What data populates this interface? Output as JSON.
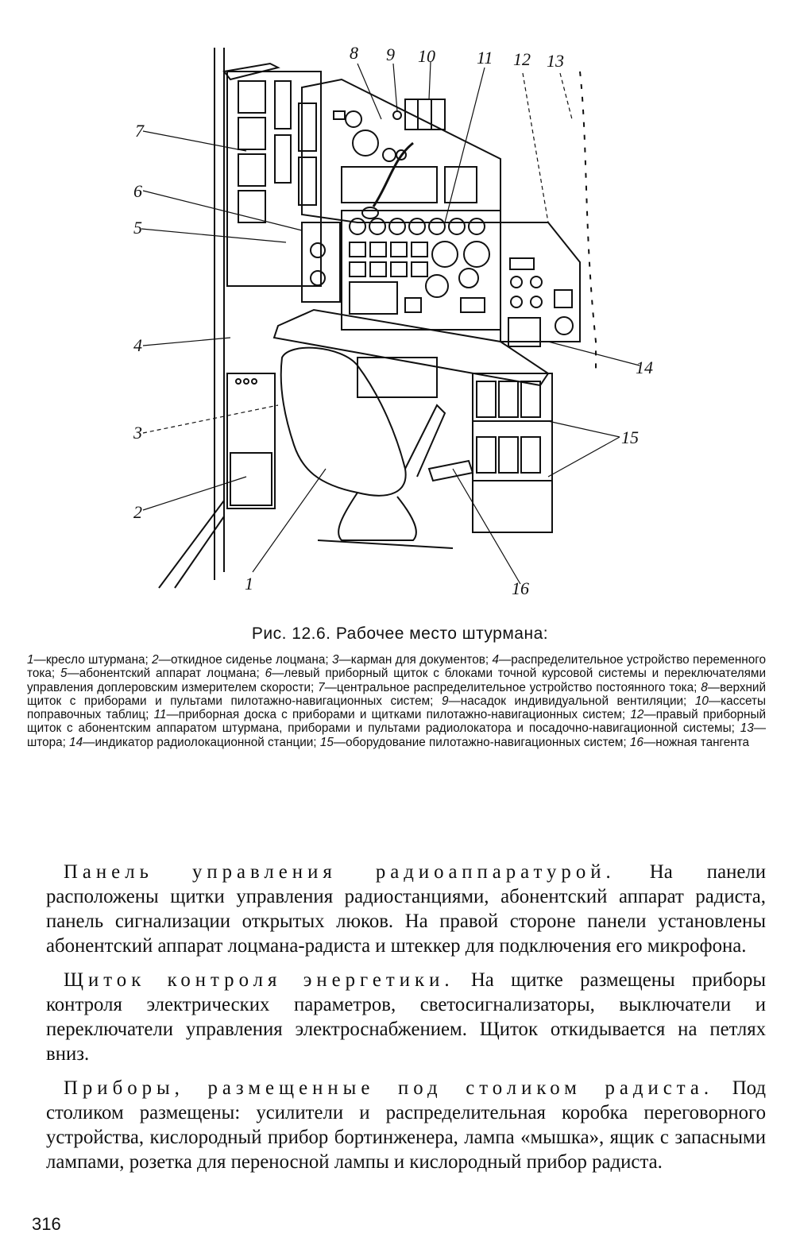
{
  "figure": {
    "callouts": [
      "1",
      "2",
      "3",
      "4",
      "5",
      "6",
      "7",
      "8",
      "9",
      "10",
      "11",
      "12",
      "13",
      "14",
      "15",
      "16"
    ]
  },
  "caption": {
    "title": "Рис. 12.6. Рабочее место штурмана:",
    "legend": [
      {
        "num": "1",
        "text": "—кресло штурмана; "
      },
      {
        "num": "2",
        "text": "—откидное сиденье лоцмана; "
      },
      {
        "num": "3",
        "text": "—карман для документов; "
      },
      {
        "num": "4",
        "text": "—распределительное устройство переменного тока; "
      },
      {
        "num": "5",
        "text": "—абонентский аппарат лоцмана; "
      },
      {
        "num": "6",
        "text": "—левый приборный щиток с блоками точной курсовой системы и переключателями управления доплеровским измерителем скорости; "
      },
      {
        "num": "7",
        "text": "—центральное распределительное устройство постоянного тока; "
      },
      {
        "num": "8",
        "text": "—верхний щиток с приборами и пультами пилотажно-навигационных систем; "
      },
      {
        "num": "9",
        "text": "—насадок индивидуальной вентиляции; "
      },
      {
        "num": "10",
        "text": "—кассеты поправочных таблиц; "
      },
      {
        "num": "11",
        "text": "—приборная доска с приборами и щитками пилотажно-навигационных систем; "
      },
      {
        "num": "12",
        "text": "—правый приборный щиток с абонентским аппаратом штурмана, приборами и пультами радиолокатора и посадочно-навигационной системы; "
      },
      {
        "num": "13",
        "text": "—штора; "
      },
      {
        "num": "14",
        "text": "—индикатор радиолокационной станции; "
      },
      {
        "num": "15",
        "text": "—оборудование пилотажно-навигационных систем; "
      },
      {
        "num": "16",
        "text": "—ножная тангента"
      }
    ]
  },
  "body": {
    "p1_heading": "Панель управления радиоаппаратурой.",
    "p1_text": " На панели расположены щитки управления радиостанциями, абонентский аппарат радиста, панель сигнализации открытых люков. На правой стороне панели установлены абонентский аппарат лоцмана-радиста и штеккер для подключения его микрофона.",
    "p2_heading": "Щиток контроля энергетики.",
    "p2_text": " На щитке размещены приборы контроля электрических параметров, светосигнализаторы, выключатели и переключатели управления электроснабжением. Щиток откидывается на петлях вниз.",
    "p3_heading": "Приборы, размещенные под столиком радиста.",
    "p3_text": " Под столиком размещены: усилители и распределительная коробка переговорного устройства, кислородный прибор бортинженера, лампа «мышка», ящик с запасными лампами, розетка для переносной лампы и кислородный прибор радиста."
  },
  "page_number": "316"
}
